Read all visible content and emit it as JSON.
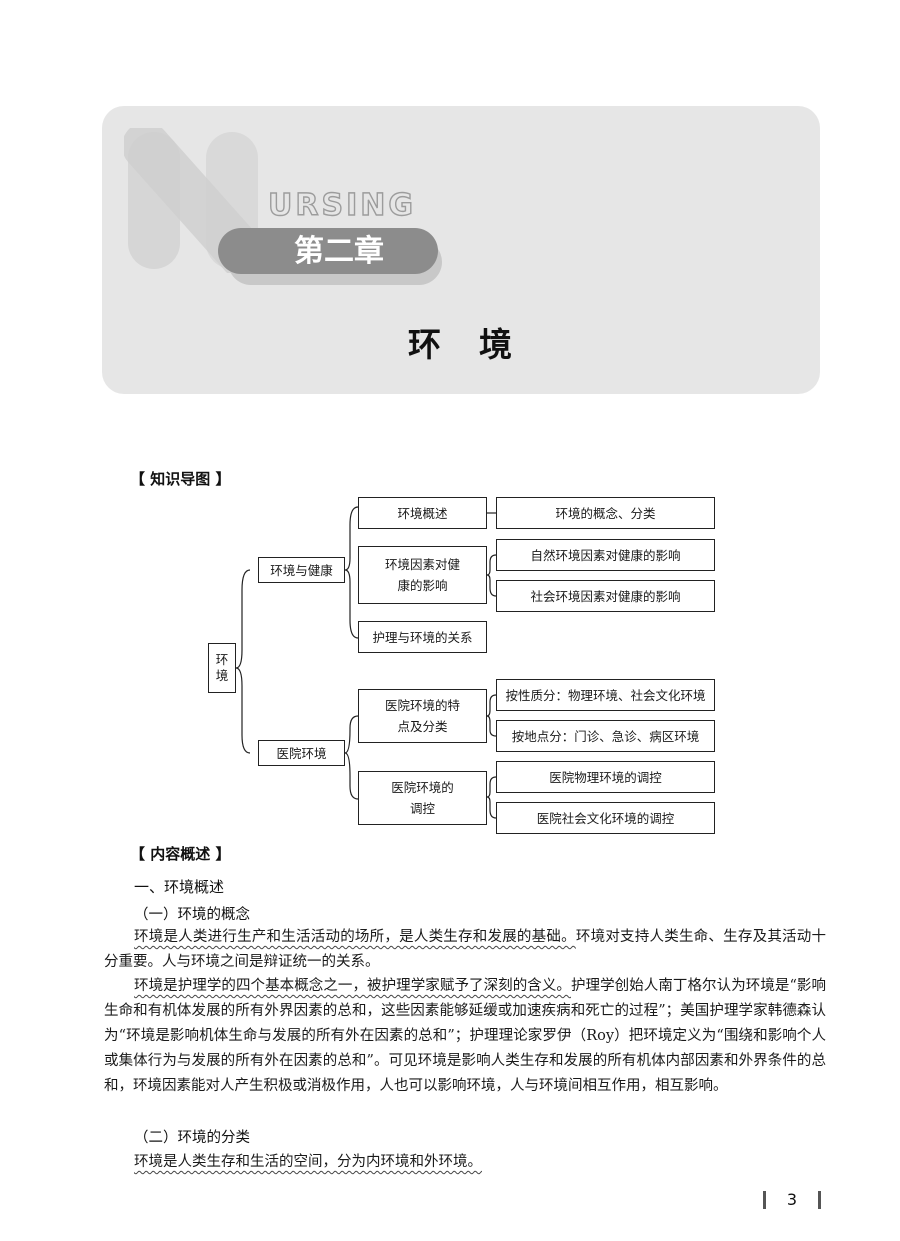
{
  "banner": {
    "logo_text": "URSING",
    "chapter_label": "第二章",
    "chapter_title_chars": [
      "环",
      "境"
    ]
  },
  "sections": {
    "mindmap_heading": "【 知识导图 】",
    "overview_heading": "【 内容概述 】"
  },
  "mindmap": {
    "root": "环境",
    "branch1": "环境与健康",
    "branch2": "医院环境",
    "b1_items": [
      "环境概述",
      "环境因素对健康的影响",
      "护理与环境的关系"
    ],
    "b1_leaves": [
      "环境的概念、分类",
      "自然环境因素对健康的影响",
      "社会环境因素对健康的影响"
    ],
    "b2_items": [
      "医院环境的特点及分类",
      "医院环境的调控"
    ],
    "b2_leaves": [
      "按性质分：物理环境、社会文化环境",
      "按地点分：门诊、急诊、病区环境",
      "医院物理环境的调控",
      "医院社会文化环境的调控"
    ]
  },
  "content": {
    "h1": "一、环境概述",
    "h2_1": "（一）环境的概念",
    "p1_underlined": "环境是人类进行生产和生活活动的场所，是人类生存和发展的基础。",
    "p1_rest": "环境对支持人类生命、生存及其活动十分重要。人与环境之间是辩证统一的关系。",
    "p2_underlined": "环境是护理学的四个基本概念之一，被护理学家赋予了深刻的含义。",
    "p2_rest": "护理学创始人南丁格尔认为环境是“影响生命和有机体发展的所有外界因素的总和，这些因素能够延缓或加速疾病和死亡的过程”；美国护理学家韩德森认为“环境是影响机体生命与发展的所有外在因素的总和”；护理理论家罗伊（Roy）把环境定义为“围绕和影响个人或集体行为与发展的所有外在因素的总和”。可见环境是影响人类生存和发展的所有机体内部因素和外界条件的总和，环境因素能对人产生积极或消极作用，人也可以影响环境，人与环境间相互作用，相互影响。",
    "h2_2": "（二）环境的分类",
    "p3_underlined": "环境是人类生存和生活的空间，分为内环境和外环境。"
  },
  "page_number": "3"
}
